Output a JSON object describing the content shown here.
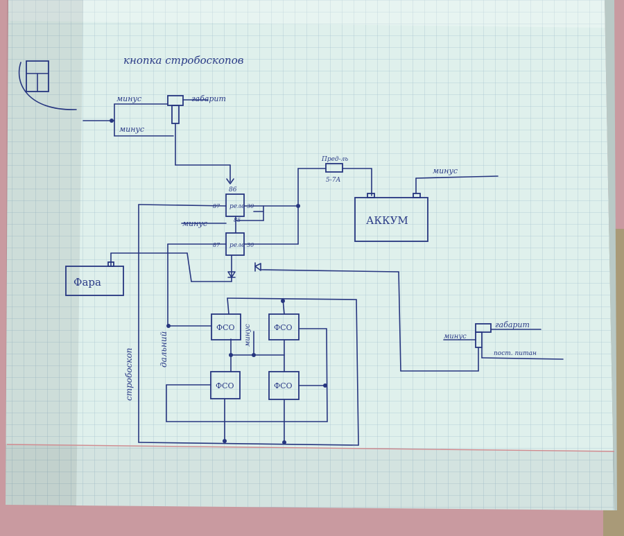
{
  "title": "кнопка стробоскопов",
  "labels": {
    "minus_a": "минус",
    "gabarit_top": "габарит",
    "minus_b": "минус",
    "pred": "Пред-ль",
    "pred_amp": "5-7А",
    "akk_minus": "минус",
    "akkum": "АККУМ",
    "minus_relay": "минус",
    "relay1": "реле",
    "relay2": "реле",
    "pin86": "86",
    "pin85": "85",
    "pin87a": "87",
    "pin30a": "30",
    "pin87b": "87",
    "pin30b": "30",
    "fara": "Фара",
    "dalnij": "дальний",
    "stroboskop": "стробоскоп",
    "minus_center": "минус",
    "fso1": "ФСО",
    "fso2": "ФСО",
    "fso3": "ФСО",
    "fso4": "ФСО",
    "gabarit_right": "габарит",
    "minus_right": "минус",
    "post_pitanie": "пост. питан"
  },
  "colors": {
    "ink": "#26357f",
    "paper": "#dff0ec",
    "grid": "#a9c6d1",
    "margin_line": "#d28a8f"
  }
}
